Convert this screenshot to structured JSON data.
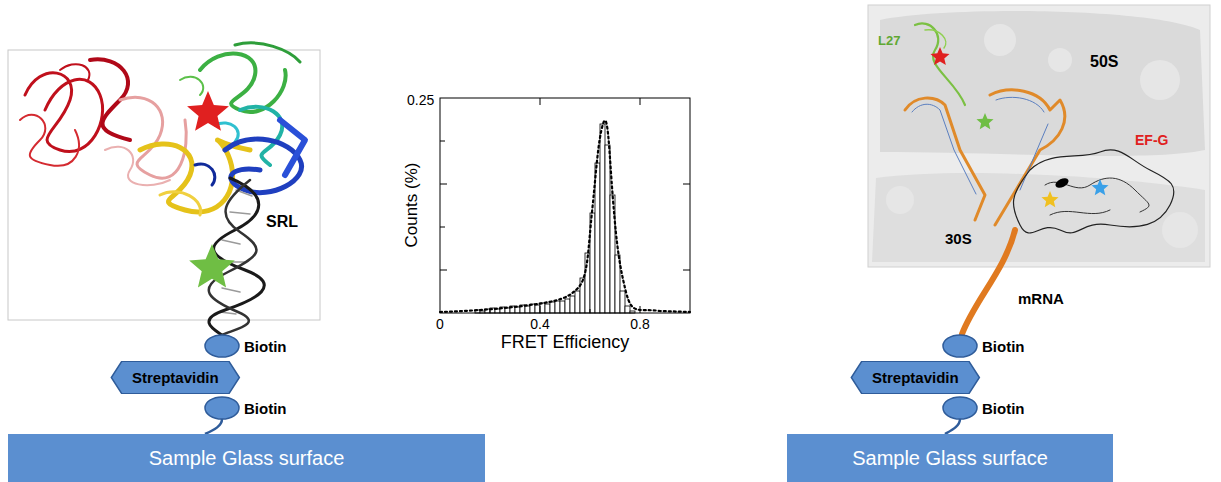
{
  "diagram": {
    "nodes": [
      {
        "text": [
          "Streptavidin"
        ]
      },
      {
        "text": [
          "Sample Glass surface"
        ]
      },
      {
        "text": [
          "Streptavidin"
        ]
      },
      {
        "text": [
          "Sample Glass surface"
        ]
      }
    ],
    "labels": [
      "SRL",
      "Biotin",
      "Biotin",
      "0.25",
      "Counts (%)",
      "0",
      "0.4",
      "0.8",
      "FRET Efficiency",
      "L27",
      "50S",
      "EF-G",
      "30S",
      "mRNA",
      "Biotin",
      "Biotin"
    ]
  }
}
